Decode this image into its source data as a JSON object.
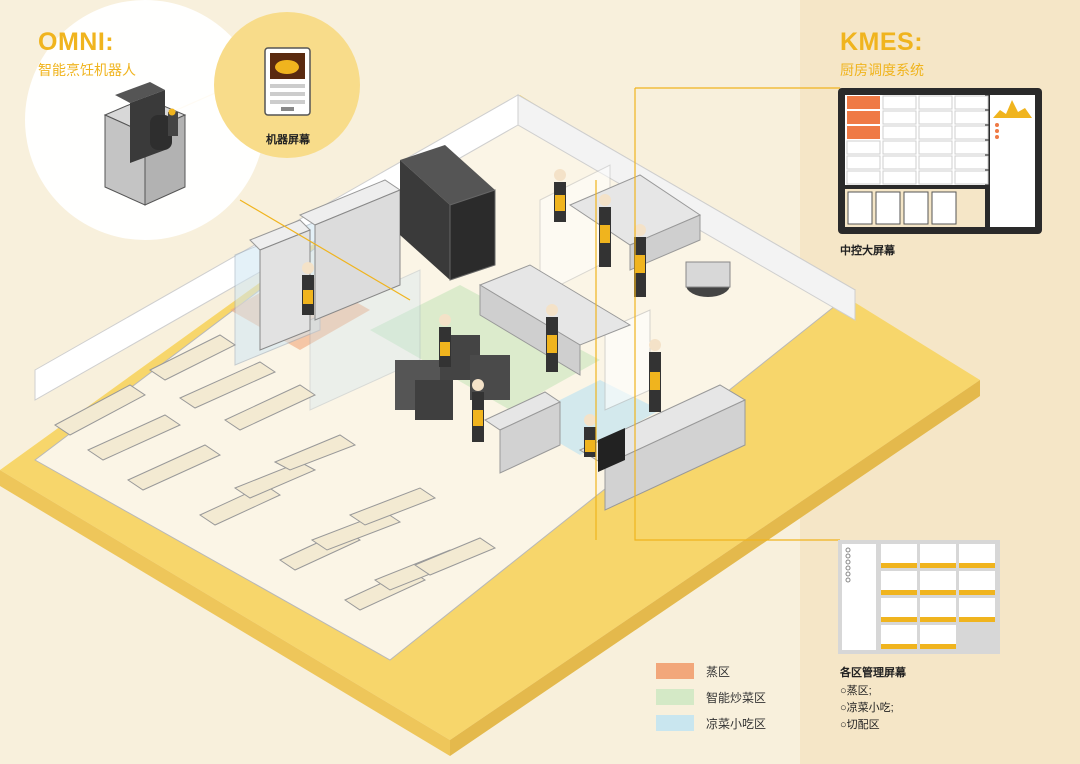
{
  "omni": {
    "title": "OMNI:",
    "subtitle": "智能烹饪机器人",
    "screen_label": "机器屏幕"
  },
  "kmes": {
    "title": "KMES:",
    "subtitle": "厨房调度系统",
    "central_screen_label": "中控大屏幕",
    "zone_screen_label": "各区管理屏幕"
  },
  "zone_screen_items": [
    "蒸区;",
    "凉菜小吃;",
    "切配区"
  ],
  "legend": [
    {
      "label": "蒸区",
      "color": "#f2a77a"
    },
    {
      "label": "智能炒菜区",
      "color": "#d4e9c6"
    },
    {
      "label": "凉菜小吃区",
      "color": "#c9e6ef"
    }
  ],
  "colors": {
    "accent": "#f0b41e",
    "background": "#f8f0dc",
    "right_panel": "#f5e6c7",
    "floor": "#f7d66b"
  }
}
